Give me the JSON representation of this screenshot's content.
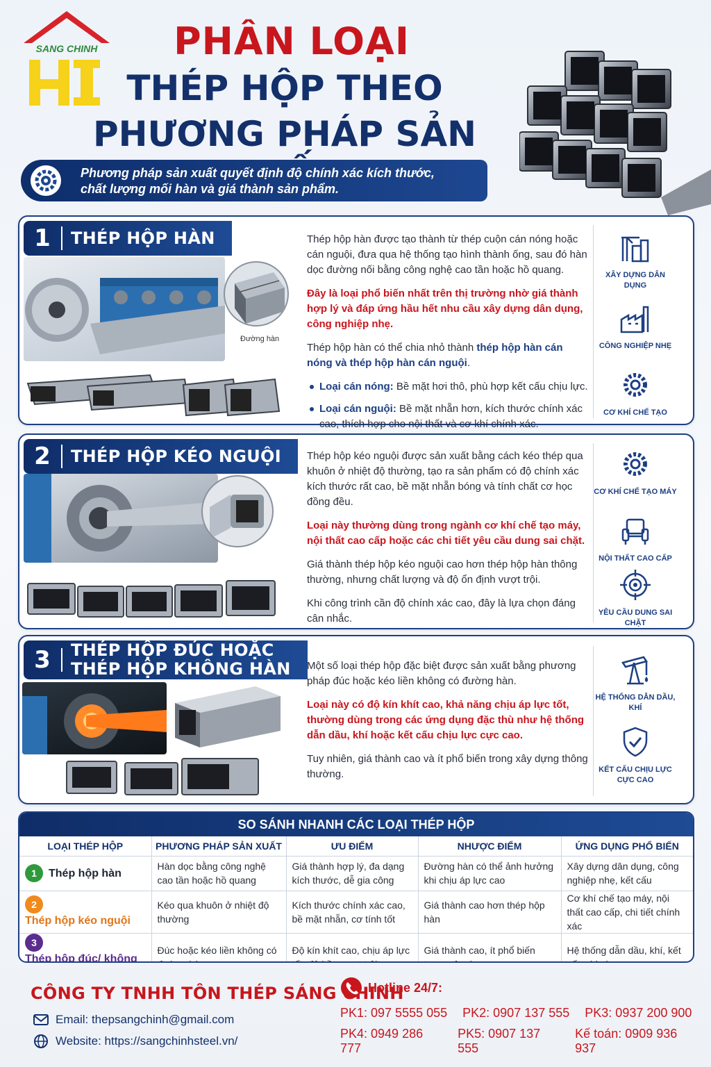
{
  "header": {
    "logo_text": "SANG CHINH",
    "title_line1": "PHÂN LOẠI",
    "title_line2": "THÉP HỘP THEO",
    "title_line3": "PHƯƠNG PHÁP SẢN XUẤT",
    "banner_line1": "Phương pháp sản xuất quyết định độ chính xác kích thước,",
    "banner_line2": "chất lượng mối hàn và giá thành sản phẩm."
  },
  "sections": [
    {
      "num": "1",
      "title": "THÉP HỘP HÀN",
      "weld_label": "Đường hàn",
      "p1": "Thép hộp hàn được tạo thành từ thép cuộn cán nóng hoặc cán nguội, đưa qua hệ thống tạo hình thành ống, sau đó hàn dọc đường nối bằng công nghệ cao tần hoặc hồ quang.",
      "p2_red": "Đây là loại phổ biến nhất trên thị trường nhờ giá thành hợp lý và đáp ứng hầu hết nhu cầu xây dựng dân dụng, công nghiệp nhẹ.",
      "p3_a": "Thép hộp hàn có thể chia nhỏ thành ",
      "p3_hl": "thép hộp hàn cán nóng và thép hộp hàn cán nguội",
      "p3_b": ".",
      "b1_head": "Loại cán nóng:",
      "b1_text": " Bề mặt hơi thô, phù hợp kết cấu chịu lực.",
      "b2_head": "Loại cán nguội:",
      "b2_text": " Bề mặt nhẵn hơn, kích thước chính xác cao, thích hợp cho nội thất và cơ khí chính xác.",
      "apps": [
        "XÂY DỰNG DÂN DỤNG",
        "CÔNG NGHIỆP NHẸ",
        "CƠ KHÍ CHẾ TẠO"
      ]
    },
    {
      "num": "2",
      "title": "THÉP HỘP KÉO NGUỘI",
      "p1": "Thép hộp kéo nguội được sản xuất bằng cách kéo thép qua khuôn ở nhiệt độ thường, tạo ra sản phẩm có độ chính xác kích thước rất cao, bề mặt nhẵn bóng và tính chất cơ học đồng đều.",
      "p2_red": "Loại này thường dùng trong ngành cơ khí chế tạo máy, nội thất cao cấp hoặc các chi tiết yêu cầu dung sai chặt.",
      "p3": "Giá thành thép hộp kéo nguội cao hơn thép hộp hàn thông thường, nhưng chất lượng và độ ổn định vượt trội.",
      "p4": "Khi công trình cần độ chính xác cao, đây là lựa chọn đáng cân nhắc.",
      "apps": [
        "CƠ KHÍ CHẾ TẠO MÁY",
        "NỘI THẤT CAO CẤP",
        "YÊU CẦU DUNG SAI CHẶT"
      ]
    },
    {
      "num": "3",
      "title_l1": "THÉP HỘP ĐÚC HOẶC",
      "title_l2": "THÉP HỘP KHÔNG HÀN",
      "p1": "Một số loại thép hộp đặc biệt được sản xuất bằng phương pháp đúc hoặc kéo liền không có đường hàn.",
      "p2_red": "Loại này có độ kín khít cao, khả năng chịu áp lực tốt, thường dùng trong các ứng dụng đặc thù như hệ thống dẫn dầu, khí hoặc kết cấu chịu lực cực cao.",
      "p3": "Tuy nhiên, giá thành cao và ít phổ biến trong xây dựng thông thường.",
      "apps": [
        "HỆ THỐNG DẪN DẦU, KHÍ",
        "KẾT CẤU CHỊU LỰC CỰC CAO"
      ]
    }
  ],
  "table": {
    "caption": "SO SÁNH NHANH CÁC LOẠI THÉP HỘP",
    "headers": [
      "LOẠI THÉP HỘP",
      "PHƯƠNG PHÁP SẢN XUẤT",
      "ƯU ĐIỂM",
      "NHƯỢC ĐIỂM",
      "ỨNG DỤNG PHỔ BIẾN"
    ],
    "rows": [
      {
        "num": "1",
        "color": "#2e9a3c",
        "name": "Thép hộp hàn",
        "name_color": "#1d2433",
        "method": "Hàn dọc bằng công nghệ cao tần hoặc hồ quang",
        "pros": "Giá thành hợp lý, đa dạng kích thước, dễ gia công",
        "cons": "Đường hàn có thể ảnh hưởng khi chịu áp lực cao",
        "apps": "Xây dựng dân dụng, công nghiệp nhẹ, kết cấu"
      },
      {
        "num": "2",
        "color": "#f08a1c",
        "name": "Thép hộp kéo nguội",
        "name_color": "#e0761a",
        "method": "Kéo qua khuôn ở nhiệt độ thường",
        "pros": "Kích thước chính xác cao, bề mặt nhẵn, cơ tính tốt",
        "cons": "Giá thành cao hơn thép hộp hàn",
        "apps": "Cơ khí chế tạo máy, nội thất cao cấp, chi tiết chính xác"
      },
      {
        "num": "3",
        "color": "#5b2d8e",
        "name": "Thép hộp đúc/ không hàn",
        "name_color": "#5b2d8e",
        "method": "Đúc hoặc kéo liền không có đường hàn",
        "pros": "Độ kín khít cao, chịu áp lực tốt, độ bền vượt trội",
        "cons": "Giá thành cao, ít phổ biến trong xây dựng",
        "apps": "Hệ thống dẫn dầu, khí, kết cấu chịu lực cực cao"
      }
    ]
  },
  "footer": {
    "company": "CÔNG TY TNHH TÔN THÉP SÁNG CHINH",
    "email": "Email: thepsangchinh@gmail.com",
    "website": "Website: https://sangchinhsteel.vn/",
    "hotline_label": "Hotline 24/7:",
    "phones_row1": [
      "PK1: 097 5555 055",
      "PK2: 0907 137 555",
      "PK3: 0937 200 900"
    ],
    "phones_row2": [
      "PK4: 0949 286 777",
      "PK5: 0907 137 555",
      "Kế toán: 0909 936 937"
    ]
  },
  "colors": {
    "brand_red": "#c8161d",
    "brand_navy": "#13306b",
    "accent_blue": "#1d3f83"
  }
}
